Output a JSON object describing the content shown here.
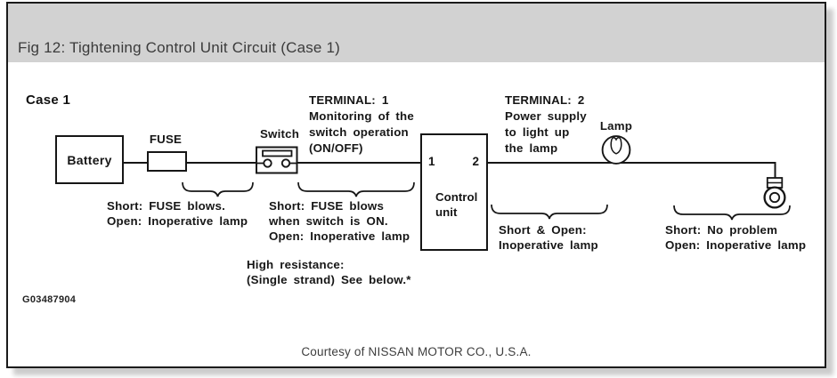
{
  "header": {
    "title": "Fig 12: Tightening Control Unit Circuit (Case 1)"
  },
  "diagram": {
    "case_label": "Case 1",
    "battery": {
      "label": "Battery"
    },
    "fuse": {
      "label": "FUSE"
    },
    "switch": {
      "label": "Switch"
    },
    "control_unit": {
      "terminal_left": "1",
      "terminal_right": "2",
      "name_line1": "Control",
      "name_line2": "unit"
    },
    "lamp": {
      "label": "Lamp"
    },
    "terminal1_note": {
      "line1": "TERMINAL: 1",
      "line2": "Monitoring of the",
      "line3": "switch operation",
      "line4": "(ON/OFF)"
    },
    "terminal2_note": {
      "line1": "TERMINAL: 2",
      "line2": "Power supply",
      "line3": "to light up",
      "line4": "the lamp"
    },
    "note_fuse_segment": {
      "line1": "Short: FUSE blows.",
      "line2": "Open: Inoperative lamp"
    },
    "note_switch_segment": {
      "line1": "Short: FUSE blows",
      "line2": "when switch is ON.",
      "line3": "Open: Inoperative lamp"
    },
    "note_high_resistance": {
      "line1": "High resistance:",
      "line2": "(Single strand) See below.*"
    },
    "note_terminal2_segment": {
      "line1": "Short & Open:",
      "line2": "Inoperative lamp"
    },
    "note_lamp_segment": {
      "line1": "Short: No problem",
      "line2": "Open: Inoperative lamp"
    },
    "figure_id": "G03487904"
  },
  "footer": {
    "credit": "Courtesy of NISSAN MOTOR CO., U.S.A."
  },
  "colors": {
    "header_bg": "#d2d2d2",
    "ink": "#161616",
    "panel_border": "#1b1b1b",
    "title_color": "#3b3b3b"
  }
}
